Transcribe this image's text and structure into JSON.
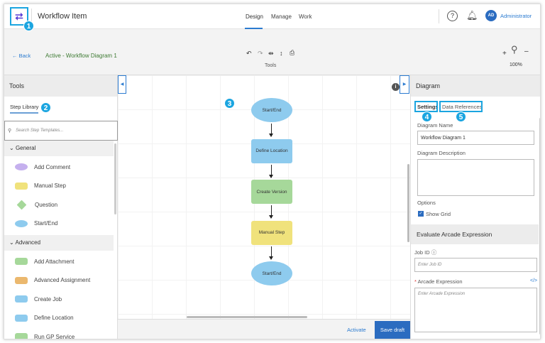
{
  "header": {
    "title": "Workflow Item",
    "nav": [
      "Design",
      "Manage",
      "Work"
    ],
    "active_nav": "Design",
    "user_initials": "AD",
    "user_name": "Administrator"
  },
  "toolbar": {
    "back_label": "Back",
    "status": "Active - Workflow Diagram 1",
    "tools_label": "Tools",
    "zoom_level": "100%"
  },
  "annotations": [
    "1",
    "2",
    "3",
    "4",
    "5"
  ],
  "tools_panel": {
    "title": "Tools",
    "tab": "Step Library",
    "search_placeholder": "Search Step Templates...",
    "sections": [
      {
        "name": "General",
        "items": [
          {
            "label": "Add Comment",
            "color": "#c5b0ee",
            "shape": "ellipse"
          },
          {
            "label": "Manual Step",
            "color": "#f0e27c",
            "shape": "rect"
          },
          {
            "label": "Question",
            "color": "#a6d89a",
            "shape": "diamond"
          },
          {
            "label": "Start/End",
            "color": "#8ecbee",
            "shape": "ellipse"
          }
        ]
      },
      {
        "name": "Advanced",
        "items": [
          {
            "label": "Add Attachment",
            "color": "#a6d89a",
            "shape": "rect"
          },
          {
            "label": "Advanced Assignment",
            "color": "#ebb86e",
            "shape": "rect"
          },
          {
            "label": "Create Job",
            "color": "#8ecbee",
            "shape": "rect"
          },
          {
            "label": "Define Location",
            "color": "#8ecbee",
            "shape": "rect"
          },
          {
            "label": "Run GP Service",
            "color": "#a6d89a",
            "shape": "rect"
          }
        ]
      }
    ]
  },
  "diagram": {
    "nodes": [
      {
        "label": "Start/End",
        "color": "#8ecbee",
        "shape": "ellipse"
      },
      {
        "label": "Define Location",
        "color": "#8ecbee",
        "shape": "rect"
      },
      {
        "label": "Create Version",
        "color": "#a6d89a",
        "shape": "rect"
      },
      {
        "label": "Manual Step",
        "color": "#f0e27c",
        "shape": "rect"
      },
      {
        "label": "Start/End",
        "color": "#8ecbee",
        "shape": "ellipse"
      }
    ]
  },
  "footer": {
    "activate": "Activate",
    "save": "Save draft"
  },
  "properties": {
    "title": "Diagram",
    "tabs": [
      "Settings",
      "Data References"
    ],
    "name_label": "Diagram Name",
    "name_value": "Workflow Diagram 1",
    "desc_label": "Diagram Description",
    "desc_value": "",
    "options_label": "Options",
    "show_grid_label": "Show Grid",
    "show_grid": true,
    "arcade_title": "Evaluate Arcade Expression",
    "job_id_label": "Job ID",
    "job_id_placeholder": "Enter Job ID",
    "arcade_label": "Arcade Expression",
    "arcade_placeholder": "Enter Arcade Expression"
  },
  "colors": {
    "accent": "#2b7bd0",
    "annotation": "#1ba5e0",
    "status_green": "#3d7a32"
  }
}
